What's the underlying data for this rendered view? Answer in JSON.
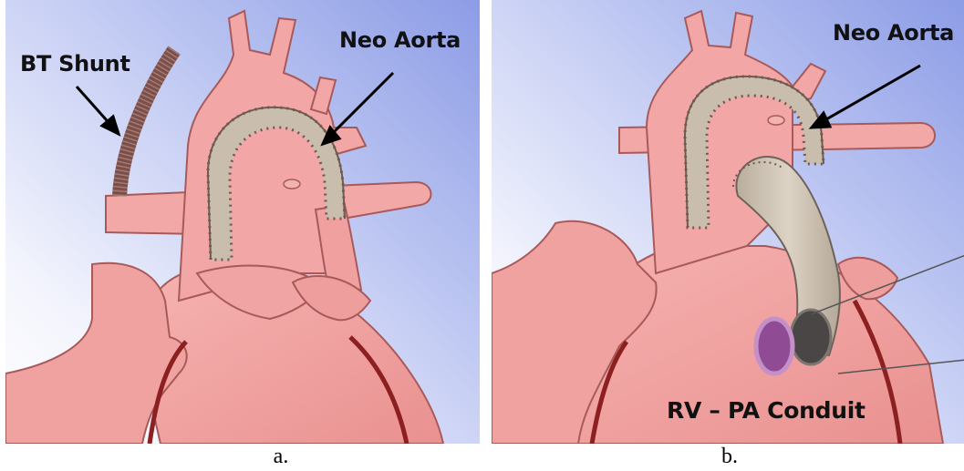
{
  "panels": [
    {
      "caption": "a.",
      "labels": {
        "bt_shunt": "BT Shunt",
        "neo_aorta": "Neo Aorta"
      }
    },
    {
      "caption": "b.",
      "labels": {
        "neo_aorta": "Neo Aorta",
        "rv_pa_conduit": "RV – PA Conduit"
      }
    }
  ],
  "colors": {
    "background_sky": "#8f9fe6",
    "heart_tissue": "#f2a5a4",
    "tissue_outline": "#9b5555",
    "graft": "#c9beae",
    "coronary": "#8c1f1f",
    "shunt": "#7a4f4a",
    "conduit_valve": "#b36fb4"
  }
}
